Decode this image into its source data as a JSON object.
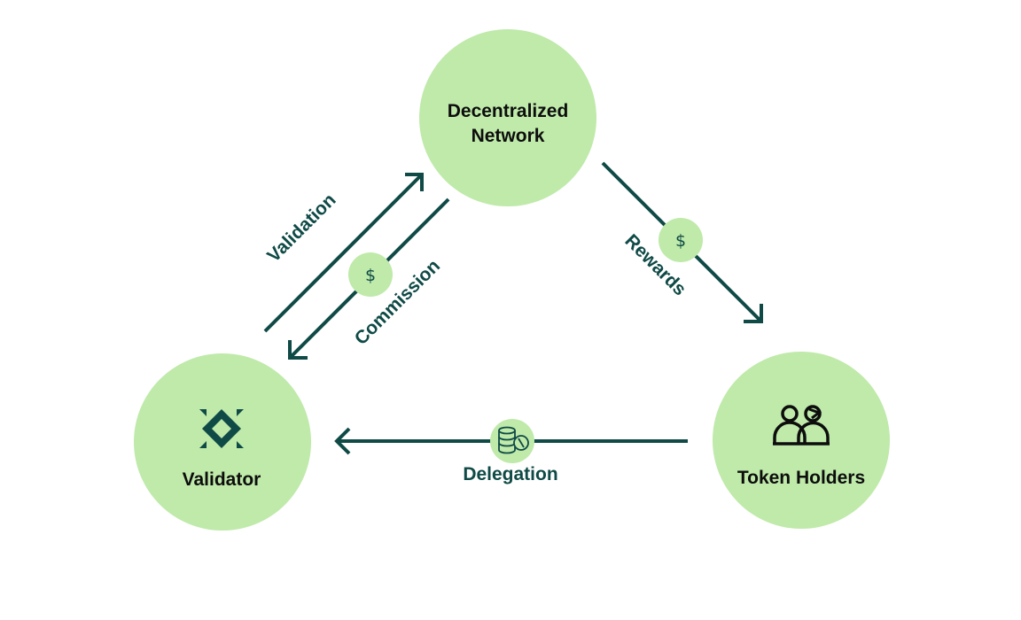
{
  "colors": {
    "node_fill": "#bfeaaa",
    "arrow": "#0f4a46",
    "text": "#0d0d0d",
    "background": "#ffffff"
  },
  "nodes": {
    "network": {
      "line1": "Decentralized",
      "line2": "Network"
    },
    "validator": {
      "label": "Validator",
      "icon": "validator-logo-icon"
    },
    "holders": {
      "label": "Token Holders",
      "icon": "token-holders-icon"
    }
  },
  "edges": {
    "validation": {
      "label": "Validation"
    },
    "commission": {
      "label": "Commission",
      "badge": "$"
    },
    "rewards": {
      "label": "Rewards",
      "badge": "$"
    },
    "delegation": {
      "label": "Delegation",
      "icon": "coins-icon"
    }
  }
}
